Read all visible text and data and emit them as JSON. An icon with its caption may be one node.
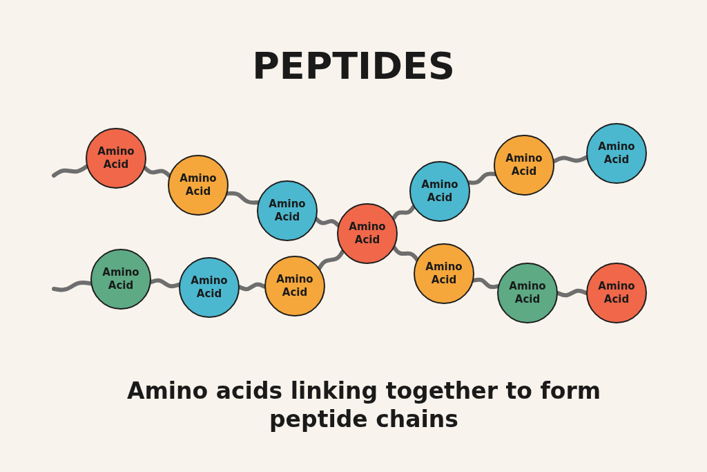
{
  "diagram": {
    "title": "PEPTIDES",
    "caption": "Amino acids linking together to form peptide chains",
    "nodes": [
      {
        "text": [
          "Amino Acid"
        ]
      },
      {
        "text": [
          "Amino Acid"
        ]
      },
      {
        "text": [
          "Amino Acid"
        ]
      },
      {
        "text": [
          "Amino Acid"
        ]
      },
      {
        "text": [
          "Amino Acid"
        ]
      },
      {
        "text": [
          "Amino Acid"
        ]
      },
      {
        "text": [
          "Amino Acid"
        ]
      },
      {
        "text": [
          "Amino Acid"
        ]
      },
      {
        "text": [
          "Amino Acid"
        ]
      },
      {
        "text": [
          "Amino Acid"
        ]
      },
      {
        "text": [
          "Amino Acid"
        ]
      },
      {
        "text": [
          "Amino Acid"
        ]
      },
      {
        "text": [
          "Amino Acid"
        ]
      }
    ],
    "edges": [
      {
        "from": null,
        "to": 0,
        "arrow": "none"
      },
      {
        "from": 0,
        "to": 1,
        "arrow": "none"
      },
      {
        "from": 1,
        "to": 2,
        "arrow": "none"
      },
      {
        "from": 2,
        "to": 3,
        "arrow": "none"
      },
      {
        "from": 3,
        "to": 4,
        "arrow": "none"
      },
      {
        "from": 4,
        "to": 5,
        "arrow": "none"
      },
      {
        "from": 5,
        "to": 6,
        "arrow": "none"
      },
      {
        "from": null,
        "to": 7,
        "arrow": "none"
      },
      {
        "from": 7,
        "to": 8,
        "arrow": "none"
      },
      {
        "from": 8,
        "to": 9,
        "arrow": "none"
      },
      {
        "from": 9,
        "to": 3,
        "arrow": "none"
      },
      {
        "from": 3,
        "to": 10,
        "arrow": "none"
      },
      {
        "from": 10,
        "to": 11,
        "arrow": "none"
      },
      {
        "from": 11,
        "to": 12,
        "arrow": "none"
      }
    ]
  }
}
